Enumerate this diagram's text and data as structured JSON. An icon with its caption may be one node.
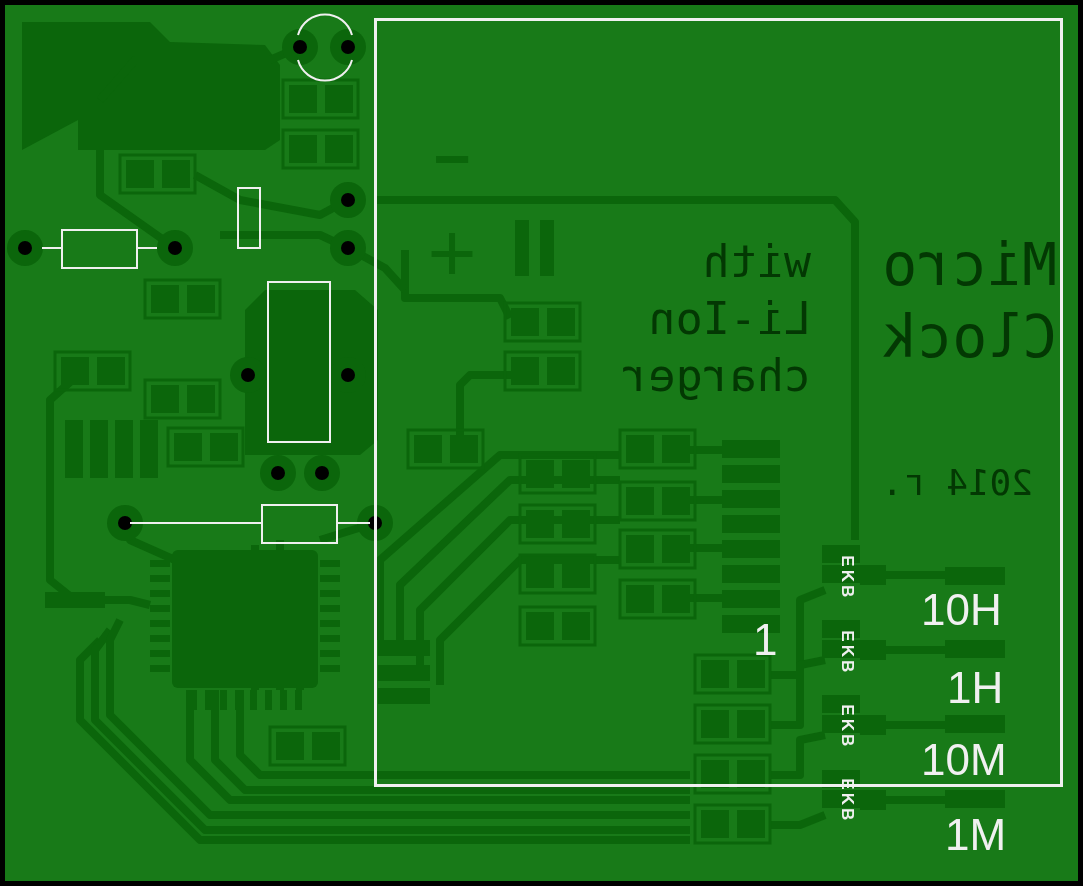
{
  "diagram": {
    "nodes": [
      {
        "text": [
          "−",
          "+",
          "with Li-Ion charger",
          "Micro Clock",
          "2014 г.",
          "1",
          "10H",
          "1H",
          "10M"
        ]
      }
    ],
    "labels": [
      "EKB",
      "EKB",
      "EKB",
      "EKB",
      "1M"
    ]
  }
}
